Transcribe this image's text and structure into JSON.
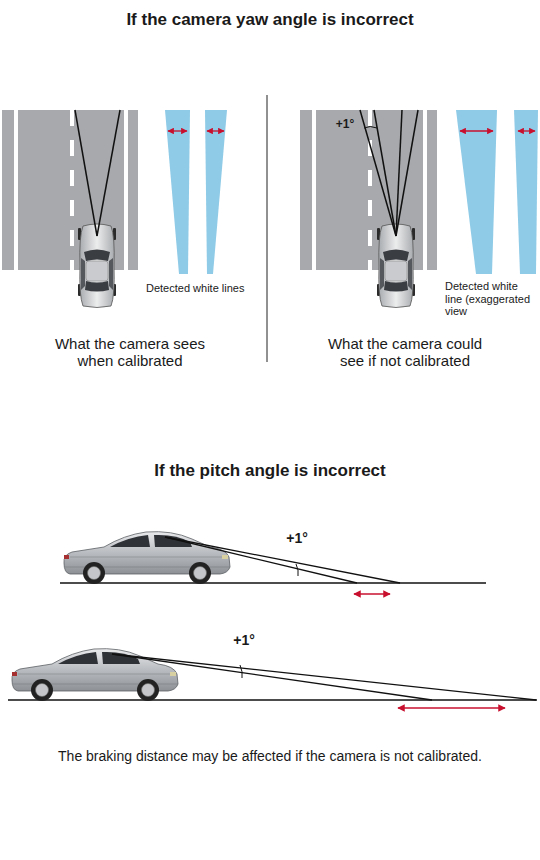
{
  "diagram": {
    "title": "If the camera yaw angle is incorrect",
    "caption": "The braking distance may be affected if the camera is not calibrated.",
    "labels": [
      "+1°",
      "Detected white lines",
      "Detected white line (exaggerated view",
      "What the camera sees when calibrated",
      "What the camera could see if not calibrated",
      "If the pitch angle is incorrect",
      "+1°",
      "+1°"
    ]
  }
}
